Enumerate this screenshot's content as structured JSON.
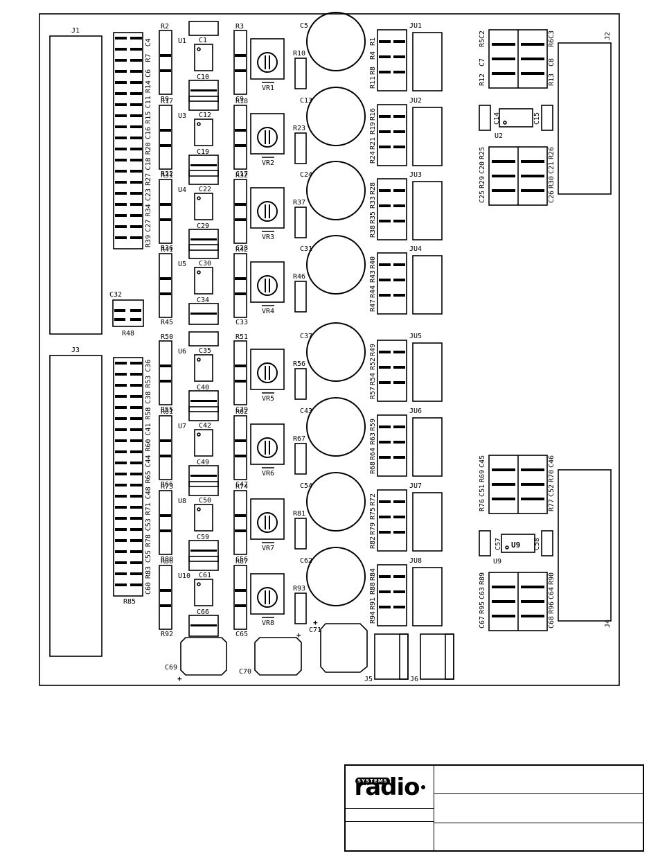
{
  "title_block": {
    "logo_text": "radio",
    "logo_band": "SYSTEMS"
  },
  "connectors": {
    "j1": "J1",
    "j2": "J2",
    "j3": "J3",
    "j4": "J4",
    "j5": "J5",
    "j6": "J6"
  },
  "left_column_top": [
    "C4",
    "R7",
    "C6",
    "R14",
    "C11",
    "R15",
    "C16",
    "R20",
    "C18",
    "R27",
    "C23",
    "R34",
    "C27",
    "R39"
  ],
  "left_column_bottom": [
    "C36",
    "R53",
    "C38",
    "R58",
    "C41",
    "R60",
    "C44",
    "R65",
    "C48",
    "R71",
    "C53",
    "R78",
    "C55",
    "R83",
    "C60"
  ],
  "misc_labels": {
    "c32": "C32",
    "r48": "R48",
    "r85": "R85"
  },
  "channels": [
    {
      "u": "U1",
      "rtop": "R2",
      "rbot": "R9",
      "ctop": "C1",
      "cbot": "C10",
      "rb": "R3",
      "cb": "C9",
      "vr": "VR1",
      "rtrim": "R10",
      "cap": "C5",
      "res": [
        "R1",
        "R4",
        "R8",
        "R11"
      ],
      "ju": "JU1"
    },
    {
      "u": "U3",
      "rtop": "R17",
      "rbot": "R22",
      "ctop": "C12",
      "cbot": "C19",
      "rb": "R18",
      "cb": "C17",
      "vr": "VR2",
      "rtrim": "R23",
      "cap": "C13",
      "res": [
        "R16",
        "R19",
        "R21",
        "R24"
      ],
      "ju": "JU2"
    },
    {
      "u": "U4",
      "rtop": "R31",
      "rbot": "R36",
      "ctop": "C22",
      "cbot": "C29",
      "rb": "R32",
      "cb": "C28",
      "vr": "VR3",
      "rtrim": "R37",
      "cap": "C24",
      "res": [
        "R28",
        "R33",
        "R35",
        "R38"
      ],
      "ju": "JU3"
    },
    {
      "u": "U5",
      "rtop": "R41",
      "rbot": "R45",
      "ctop": "C30",
      "cbot": "C34",
      "rb": "R42",
      "cb": "C33",
      "vr": "VR4",
      "rtrim": "R46",
      "cap": "C31",
      "res": [
        "R40",
        "R43",
        "R44",
        "R47"
      ],
      "ju": "JU4"
    },
    {
      "u": "U6",
      "rtop": "R50",
      "rbot": "R55",
      "ctop": "C35",
      "cbot": "C40",
      "rb": "R51",
      "cb": "C39",
      "vr": "VR5",
      "rtrim": "R56",
      "cap": "C37",
      "res": [
        "R49",
        "R52",
        "R54",
        "R57"
      ],
      "ju": "JU5"
    },
    {
      "u": "U7",
      "rtop": "R61",
      "rbot": "R66",
      "ctop": "C42",
      "cbot": "C49",
      "rb": "R62",
      "cb": "C47",
      "vr": "VR6",
      "rtrim": "R67",
      "cap": "C43",
      "res": [
        "R59",
        "R63",
        "R64",
        "R68"
      ],
      "ju": "JU6"
    },
    {
      "u": "U8",
      "rtop": "R73",
      "rbot": "R80",
      "ctop": "C50",
      "cbot": "C59",
      "rb": "R74",
      "cb": "C56",
      "vr": "VR7",
      "rtrim": "R81",
      "cap": "C54",
      "res": [
        "R72",
        "R75",
        "R79",
        "R82"
      ],
      "ju": "JU7"
    },
    {
      "u": "U10",
      "rtop": "R86",
      "rbot": "R92",
      "ctop": "C61",
      "cbot": "C66",
      "rb": "R87",
      "cb": "C65",
      "vr": "VR8",
      "rtrim": "R93",
      "cap": "C62",
      "res": [
        "R84",
        "R88",
        "R91",
        "R94"
      ],
      "ju": "JU8"
    }
  ],
  "extra_caps": {
    "c69": "C69",
    "c70": "C70",
    "c71": "C71"
  },
  "right_top": {
    "top_labels": [
      "C2",
      "C3"
    ],
    "grid1_left": [
      "R5",
      "C7",
      "R12"
    ],
    "grid1_right": [
      "R6",
      "C8",
      "R13"
    ],
    "u2": "U2",
    "c14": "C14",
    "c15": "C15",
    "grid2_left": [
      "R25",
      "C20",
      "R29",
      "C25"
    ],
    "grid2_right": [
      "R26",
      "C21",
      "R30",
      "C26"
    ]
  },
  "right_bottom": {
    "grid1_left": [
      "C45",
      "R69",
      "C51",
      "R76"
    ],
    "grid1_right": [
      "C46",
      "R70",
      "C52",
      "R77"
    ],
    "u9": "U9",
    "u9_body": "U9",
    "c57": "C57",
    "c58": "C58",
    "grid2_left": [
      "R89",
      "C63",
      "R95",
      "C67"
    ],
    "grid2_right": [
      "R90",
      "C64",
      "R96",
      "C68"
    ]
  }
}
